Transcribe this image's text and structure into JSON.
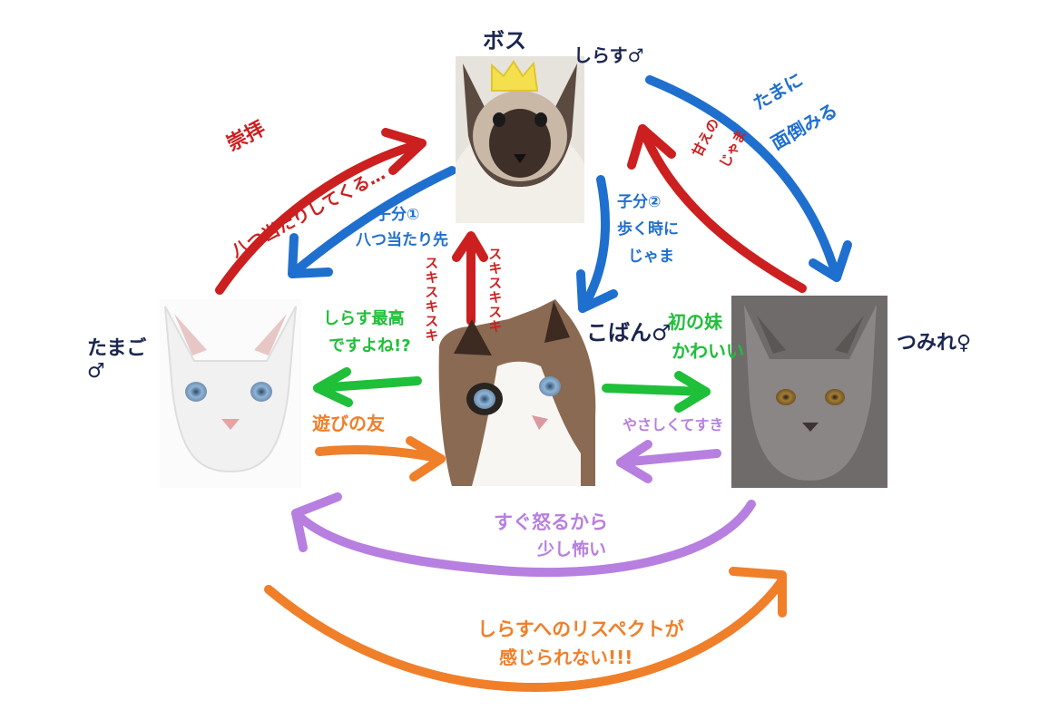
{
  "cats": {
    "shirasu": {
      "title": "ボス",
      "name": "しらす♂"
    },
    "tamago": {
      "name": "たまご♂"
    },
    "koban": {
      "name": "こばん♂"
    },
    "tsumire": {
      "name": "つみれ♀"
    }
  },
  "relations": {
    "tamago_to_shirasu": [
      "崇拝",
      "八つ当たりしてくる…"
    ],
    "shirasu_to_tamago": [
      "子分①",
      "八つ当たり先"
    ],
    "koban_to_shirasu": "スキスキスキ",
    "shirasu_to_koban_love": "スキスキスキ",
    "shirasu_to_koban": [
      "子分②",
      "歩く時に",
      "じゃま"
    ],
    "tsumire_to_shirasu": [
      "甘えの",
      "じゃま"
    ],
    "shirasu_to_tsumire": [
      "たまに",
      "面倒みる"
    ],
    "koban_to_tamago": [
      "しらす最高",
      "ですよね!?"
    ],
    "tamago_to_koban": "遊びの友",
    "koban_to_tsumire": [
      "初の妹",
      "かわいい"
    ],
    "tsumire_to_koban": "やさしくてすき",
    "tsumire_to_tamago": [
      "すぐ怒るから",
      "少し怖い"
    ],
    "tamago_to_tsumire": [
      "しらすへのリスペクトが",
      "感じられない!!!"
    ]
  },
  "colors": {
    "red": "#cc1f1f",
    "blue": "#1f6fcf",
    "green": "#1fbf3a",
    "orange": "#f07f2a",
    "purple": "#b77fe0",
    "navy": "#1a2550",
    "crown": "#f4e04d"
  }
}
